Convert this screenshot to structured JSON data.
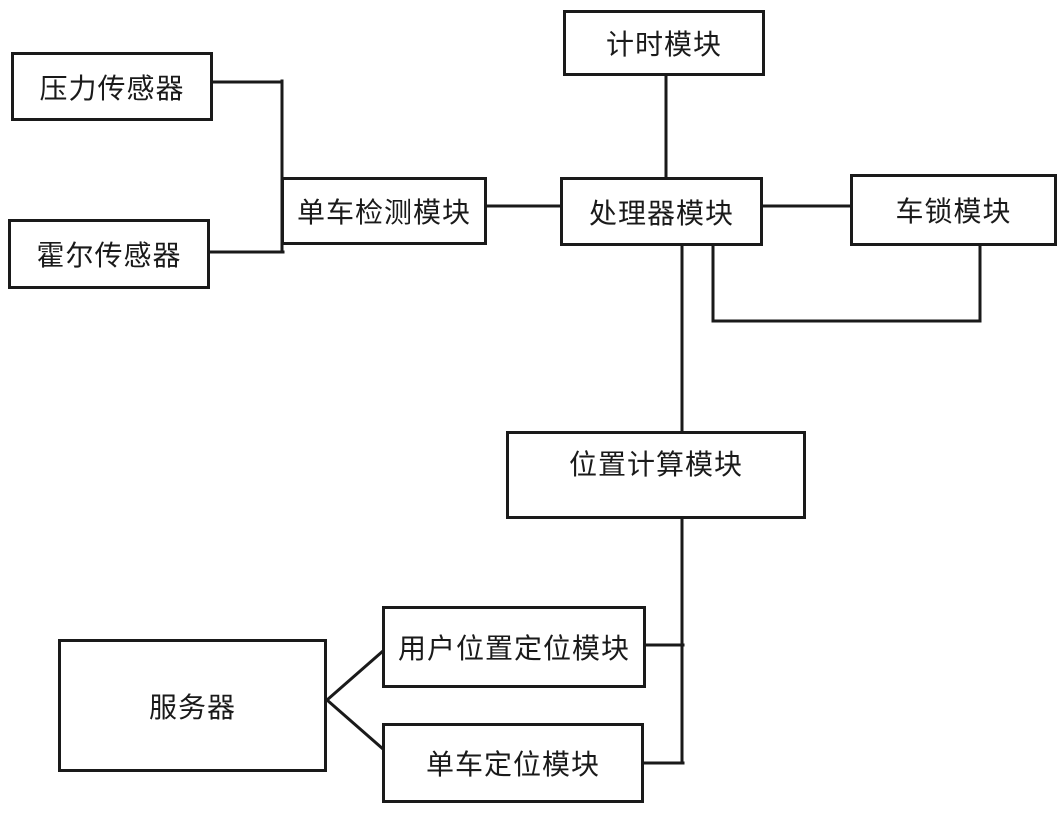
{
  "diagram": {
    "background_color": "#ffffff",
    "line_color": "#1a1a1a",
    "nodes": [
      {
        "id": "pressure-sensor",
        "label": "压力传感器"
      },
      {
        "id": "hall-sensor",
        "label": "霍尔传感器"
      },
      {
        "id": "bike-detection-module",
        "label": "单车检测模块"
      },
      {
        "id": "timing-module",
        "label": "计时模块"
      },
      {
        "id": "processor-module",
        "label": "处理器模块"
      },
      {
        "id": "bike-lock-module",
        "label": "车锁模块"
      },
      {
        "id": "position-calculation-module",
        "label": "位置计算模块"
      },
      {
        "id": "user-position-locating-module",
        "label": "用户位置定位模块"
      },
      {
        "id": "bike-locating-module",
        "label": "单车定位模块"
      },
      {
        "id": "server",
        "label": "服务器"
      }
    ],
    "edges": [
      {
        "from": "压力传感器",
        "to": "单车检测模块"
      },
      {
        "from": "霍尔传感器",
        "to": "单车检测模块"
      },
      {
        "from": "单车检测模块",
        "to": "处理器模块"
      },
      {
        "from": "计时模块",
        "to": "处理器模块"
      },
      {
        "from": "处理器模块",
        "to": "车锁模块"
      },
      {
        "from": "处理器模块",
        "to": "车锁模块",
        "note": "lower return loop"
      },
      {
        "from": "处理器模块",
        "to": "位置计算模块"
      },
      {
        "from": "位置计算模块",
        "to": "用户位置定位模块"
      },
      {
        "from": "位置计算模块",
        "to": "单车定位模块"
      },
      {
        "from": "服务器",
        "to": "用户位置定位模块"
      },
      {
        "from": "服务器",
        "to": "单车定位模块"
      }
    ]
  }
}
